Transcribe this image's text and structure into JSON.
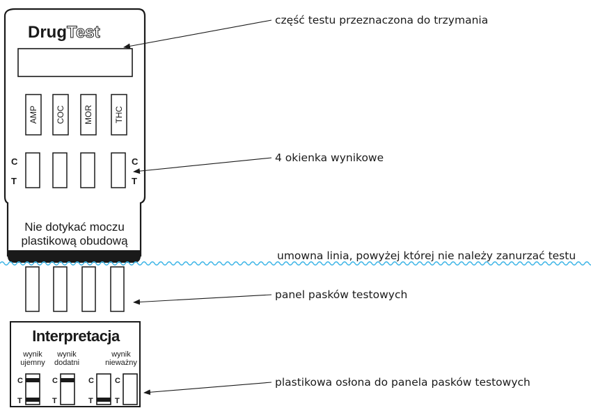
{
  "device": {
    "brand_bold": "Drug",
    "brand_outline": "Test",
    "drugs": [
      "AMP",
      "COC",
      "MOR",
      "THC"
    ],
    "c_label": "C",
    "t_label": "T",
    "warning_line1": "Nie dotykać moczu",
    "warning_line2": "plastikową obudową"
  },
  "callouts": {
    "handle": "część testu przeznaczona do trzymania",
    "windows": "4 okienka wynikowe",
    "dip_line": "umowna linia, powyżej której nie należy zanurzać testu",
    "strips": "panel pasków testowych",
    "cover": "plastikowa osłona do panela pasków testowych"
  },
  "interpretation": {
    "title": "Interpretacja",
    "negative_line1": "wynik",
    "negative_line2": "ujemny",
    "positive_line1": "wynik",
    "positive_line2": "dodatni",
    "invalid_line1": "wynik",
    "invalid_line2": "nieważny",
    "c_label": "C",
    "t_label": "T"
  },
  "colors": {
    "outline": "#1a1a1a",
    "water_line": "#3ab4e6"
  }
}
